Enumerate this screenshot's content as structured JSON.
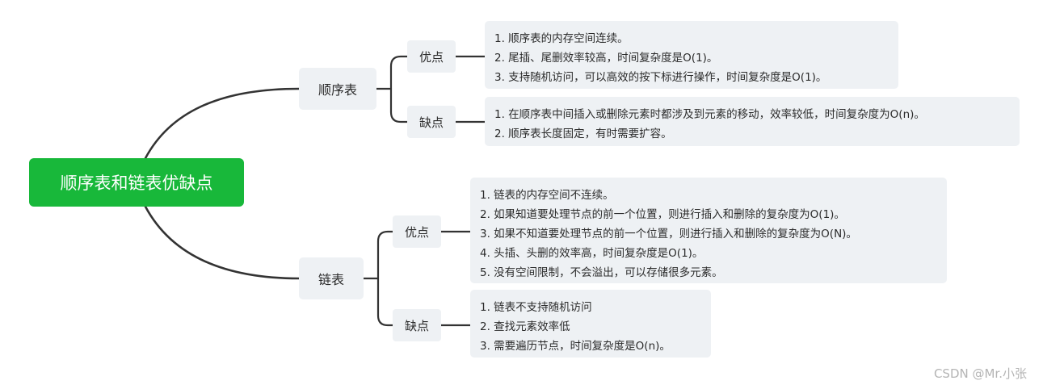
{
  "root": "顺序表和链表优缺点",
  "branches": [
    {
      "label": "顺序表",
      "pros": {
        "label": "优点",
        "items": [
          "1. 顺序表的内存空间连续。",
          "2. 尾插、尾删效率较高，时间复杂度是O(1)。",
          "3. 支持随机访问，可以高效的按下标进行操作，时间复杂度是O(1)。"
        ]
      },
      "cons": {
        "label": "缺点",
        "items": [
          "1. 在顺序表中间插入或删除元素时都涉及到元素的移动，效率较低，时间复杂度为O(n)。",
          "2. 顺序表长度固定，有时需要扩容。"
        ]
      }
    },
    {
      "label": "链表",
      "pros": {
        "label": "优点",
        "items": [
          "1. 链表的内存空间不连续。",
          "2. 如果知道要处理节点的前一个位置，则进行插入和删除的复杂度为O(1)。",
          "3. 如果不知道要处理节点的前一个位置，则进行插入和删除的复杂度为O(N)。",
          "4. 头插、头删的效率高，时间复杂度是O(1)。",
          "5. 没有空间限制，不会溢出，可以存储很多元素。"
        ]
      },
      "cons": {
        "label": "缺点",
        "items": [
          "1. 链表不支持随机访问",
          "2. 查找元素效率低",
          "3. 需要遍历节点，时间复杂度是O(n)。"
        ]
      }
    }
  ],
  "watermark": "CSDN @Mr.小张",
  "colors": {
    "root": "#18b83a",
    "node": "#eef1f4",
    "connector": "#333333"
  }
}
